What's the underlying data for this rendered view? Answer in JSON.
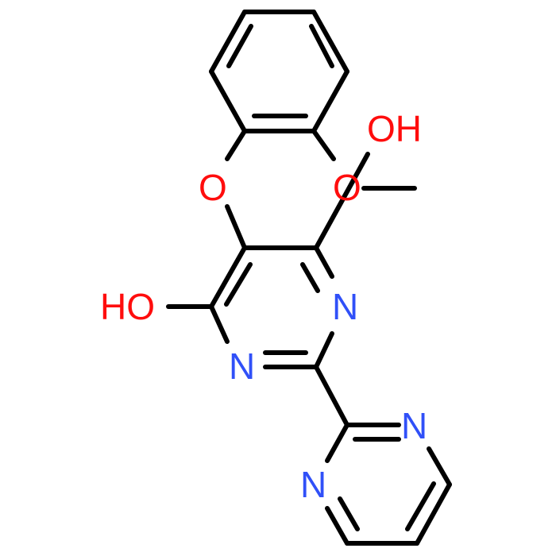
{
  "colors": {
    "bond": "#000000",
    "oxygen": "#ff0d0d",
    "nitrogen": "#3050f8",
    "background": "#ffffff"
  },
  "labels": {
    "hydroxyl_top": "HO",
    "hydroxyl_top_rest": "H",
    "ether_oxygen": "O",
    "methoxy_oxygen": "O",
    "hydroxyl_left": "HO",
    "pyrimidine_n_ring_right": "N",
    "pyrimidine_n_ring_left": "N",
    "pyrimidinyl_n_top": "N",
    "pyrimidinyl_n_bottom": "N"
  }
}
